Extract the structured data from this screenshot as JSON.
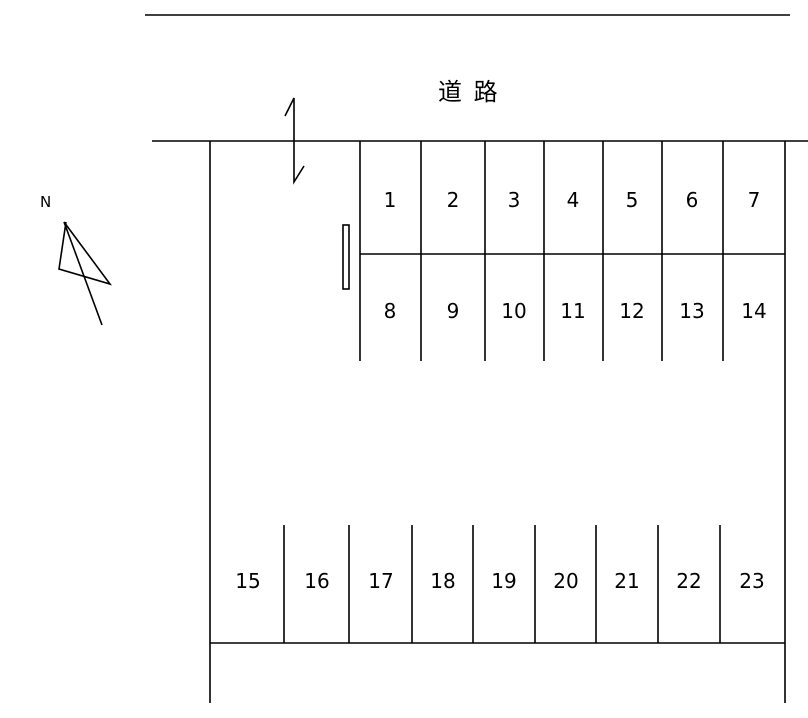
{
  "road_label": "道 路",
  "north_label": "N",
  "spaces": {
    "row1": [
      "1",
      "2",
      "3",
      "4",
      "5",
      "6",
      "7"
    ],
    "row2": [
      "8",
      "9",
      "10",
      "11",
      "12",
      "13",
      "14"
    ],
    "row3": [
      "15",
      "16",
      "17",
      "18",
      "19",
      "20",
      "21",
      "22",
      "23"
    ]
  }
}
